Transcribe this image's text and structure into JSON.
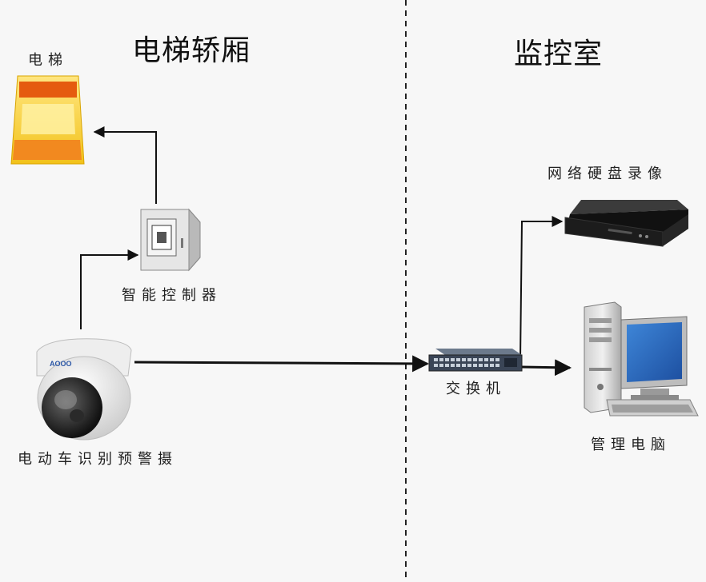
{
  "sections": {
    "left_title": "电梯轿厢",
    "right_title": "监控室"
  },
  "nodes": {
    "elevator": "电梯",
    "controller": "智能控制器",
    "camera": "电动车识别预警摄",
    "nvr": "网络硬盘录像",
    "switch": "交换机",
    "pc": "管理电脑"
  },
  "camera_brand": "AOOO"
}
